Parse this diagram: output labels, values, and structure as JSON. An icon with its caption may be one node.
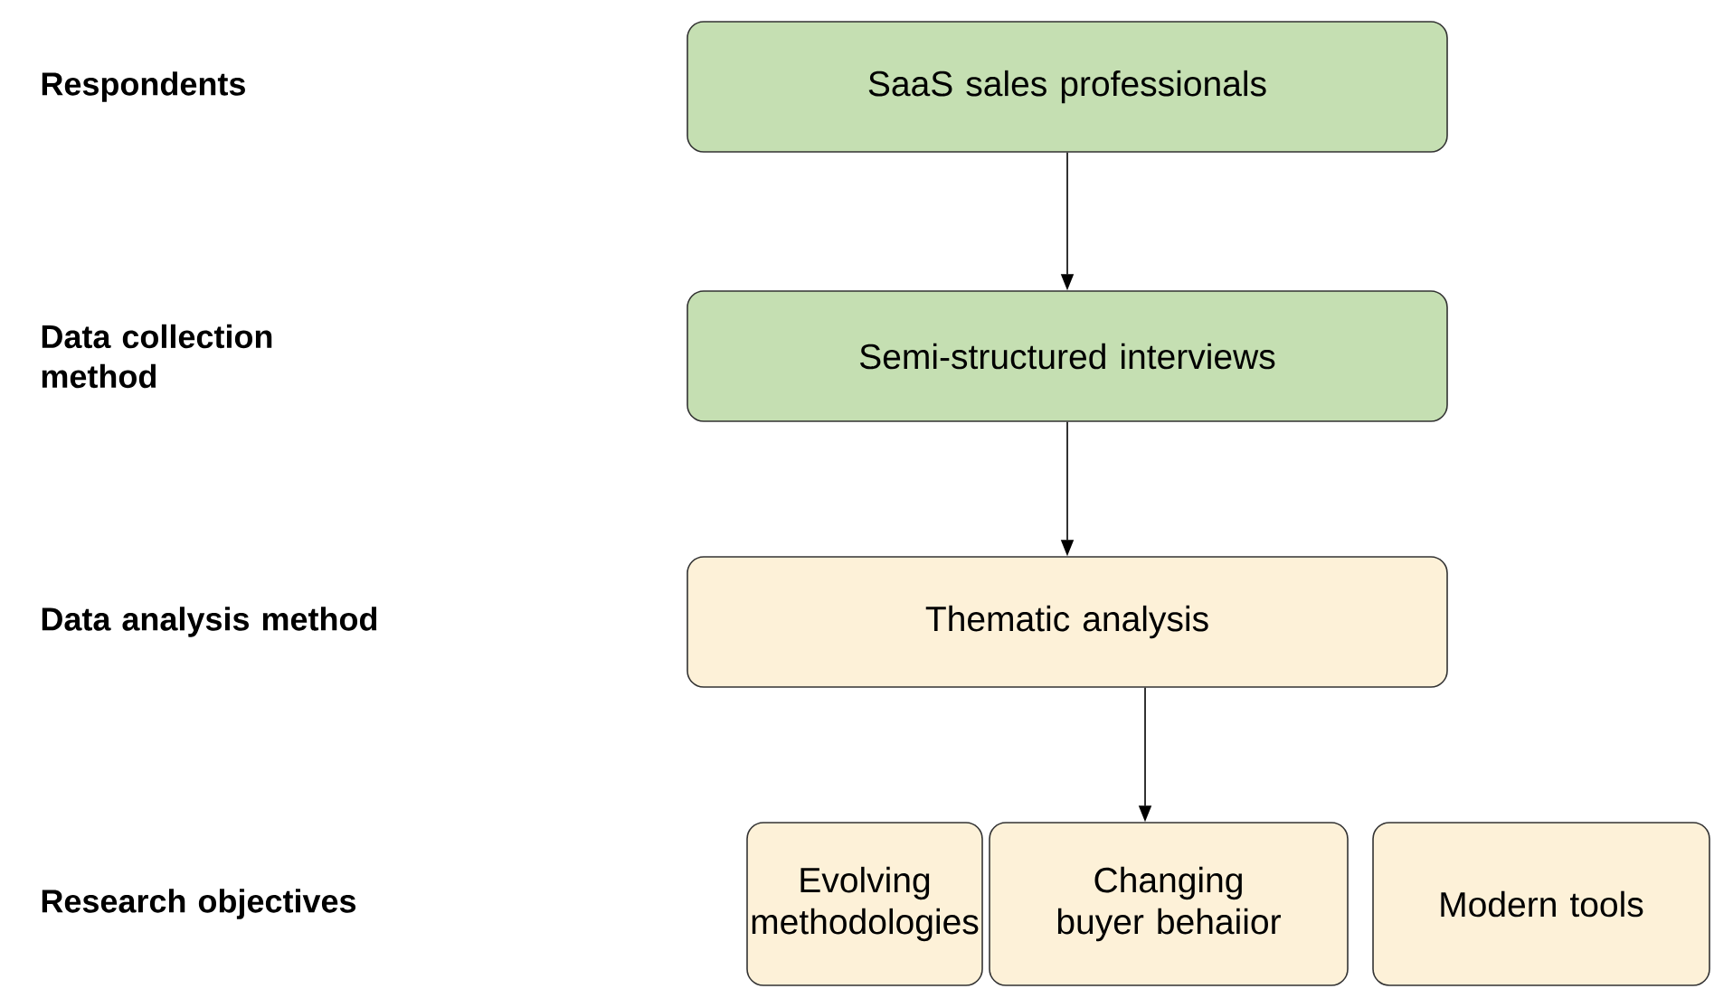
{
  "diagram": {
    "nodes": [
      {
        "text": [
          "SaaS sales professionals"
        ]
      },
      {
        "text": [
          "Semi-structured interviews"
        ]
      },
      {
        "text": [
          "Thematic analysis"
        ]
      },
      {
        "text": [
          "Evolving methodologies"
        ]
      },
      {
        "text": [
          "Changing buyer behaiior"
        ]
      },
      {
        "text": [
          "Modern tools"
        ]
      }
    ],
    "edges": [
      {
        "from": 0,
        "to": 1,
        "arrow": "to"
      },
      {
        "from": 1,
        "to": 2,
        "arrow": "to"
      },
      {
        "from": 2,
        "to": 4,
        "arrow": "to"
      }
    ],
    "labels": [
      "Respondents",
      "Data collection method",
      "Data analysis method",
      "Research objectives"
    ]
  }
}
